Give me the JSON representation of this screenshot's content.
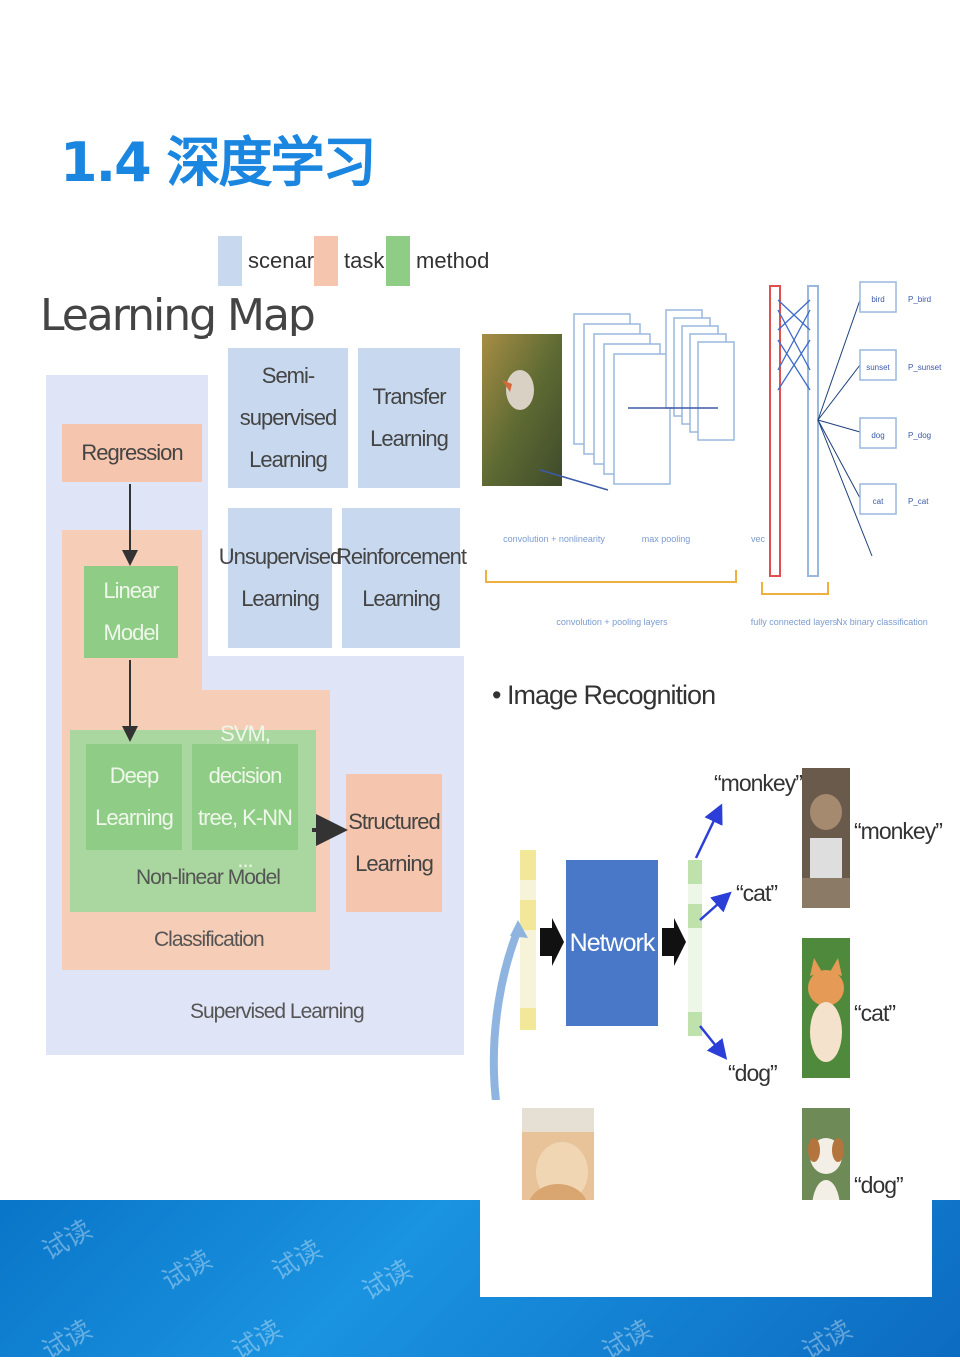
{
  "page": {
    "title": "1.4 深度学习"
  },
  "legend": [
    {
      "label": "scenario",
      "color": "#c8d9ef"
    },
    {
      "label": "task",
      "color": "#f6c5ad"
    },
    {
      "label": "method",
      "color": "#8fcc86"
    }
  ],
  "learning_map": {
    "title": "Learning Map",
    "regression": "Regression",
    "linear_model": "Linear Model",
    "deep_learning": "Deep Learning",
    "svm": "SVM, decision tree, K-NN ...",
    "non_linear_model": "Non-linear Model",
    "classification": "Classification",
    "structured_learning": "Structured Learning",
    "supervised_learning": "Supervised Learning",
    "semi_supervised": "Semi-supervised Learning",
    "transfer": "Transfer Learning",
    "unsupervised": "Unsupervised Learning",
    "reinforcement": "Reinforcement Learning"
  },
  "cnn": {
    "outputs": [
      "bird",
      "sunset",
      "dog",
      "cat"
    ],
    "output_probs": [
      "P_bird",
      "P_sunset",
      "P_dog",
      "P_cat"
    ],
    "label_conv": "convolution + nonlinearity",
    "label_pool": "max pooling",
    "label_vec": "vec",
    "label_conv_pool_layers": "convolution + pooling layers",
    "label_fc": "fully connected layers",
    "label_binary": "Nx binary classification"
  },
  "image_recognition": {
    "heading": "• Image Recognition",
    "network": "Network",
    "out_monkey": "“monkey”",
    "out_cat": "“cat”",
    "out_dog": "“dog”",
    "sample_monkey": "“monkey”",
    "sample_cat": "“cat”",
    "sample_dog": "“dog”"
  },
  "watermark": "试读",
  "colors": {
    "title_blue": "#1a86e0",
    "footer_blue": "#0a75c8",
    "network_blue": "#4a78c8"
  }
}
